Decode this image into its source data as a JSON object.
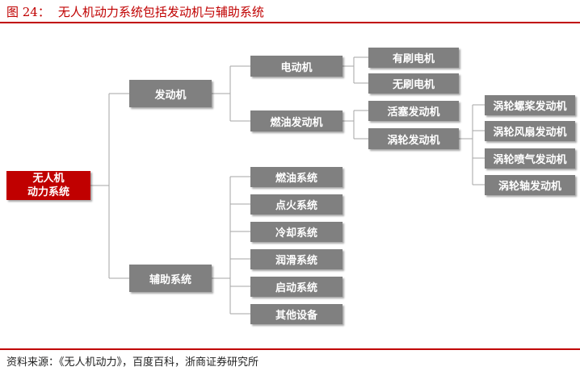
{
  "figure": {
    "number": "图 24：",
    "title": "无人机动力系统包括发动机与辅助系统"
  },
  "root": {
    "line1": "无人机",
    "line2": "动力系统"
  },
  "branches": {
    "engine": "发动机",
    "auxiliary": "辅助系统"
  },
  "engine_types": {
    "electric": "电动机",
    "fuel": "燃油发动机"
  },
  "electric_types": {
    "brushed": "有刷电机",
    "brushless": "无刷电机"
  },
  "fuel_types": {
    "piston": "活塞发动机",
    "turbine": "涡轮发动机"
  },
  "turbine_types": {
    "turboprop": "涡轮螺桨发动机",
    "turbofan": "涡轮风扇发动机",
    "turbojet": "涡轮喷气发动机",
    "turboshaft": "涡轮轴发动机"
  },
  "auxiliary_systems": {
    "fuel_system": "燃油系统",
    "ignition": "点火系统",
    "cooling": "冷却系统",
    "lubrication": "润滑系统",
    "starting": "启动系统",
    "other": "其他设备"
  },
  "source": "资料来源：《无人机动力》，百度百科，浙商证券研究所",
  "colors": {
    "accent": "#c00000",
    "box": "#808080",
    "connector": "#a6a6a6"
  }
}
